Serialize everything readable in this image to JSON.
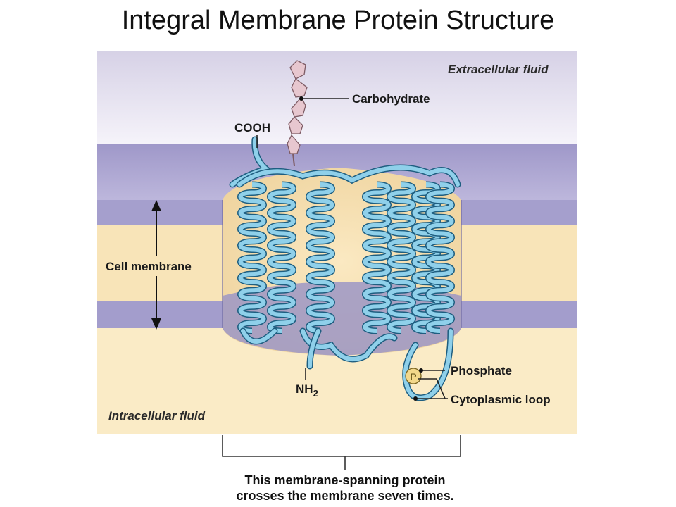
{
  "title": "Integral Membrane Protein Structure",
  "labels": {
    "extracellular": "Extracellular fluid",
    "carbohydrate": "Carbohydrate",
    "cooh": "COOH",
    "cell_membrane": "Cell membrane",
    "nh2_main": "NH",
    "nh2_sub": "2",
    "phosphate": "Phosphate",
    "phosphate_symbol": "P",
    "cytoplasmic_loop": "Cytoplasmic loop",
    "intracellular": "Intracellular fluid"
  },
  "caption": {
    "line1": "This membrane-spanning protein",
    "line2": "crosses the membrane seven times."
  },
  "colors": {
    "extracellular_top": "#ddd9ea",
    "extracellular_bottom": "#f6f4fa",
    "membrane_head": "#a29ccc",
    "membrane_core": "#f8e4b8",
    "intracellular": "#faebc6",
    "ribbon": "#5fb0d0",
    "ribbon_edge": "#1e5e80",
    "carbohydrate": "#e7c7cf"
  }
}
